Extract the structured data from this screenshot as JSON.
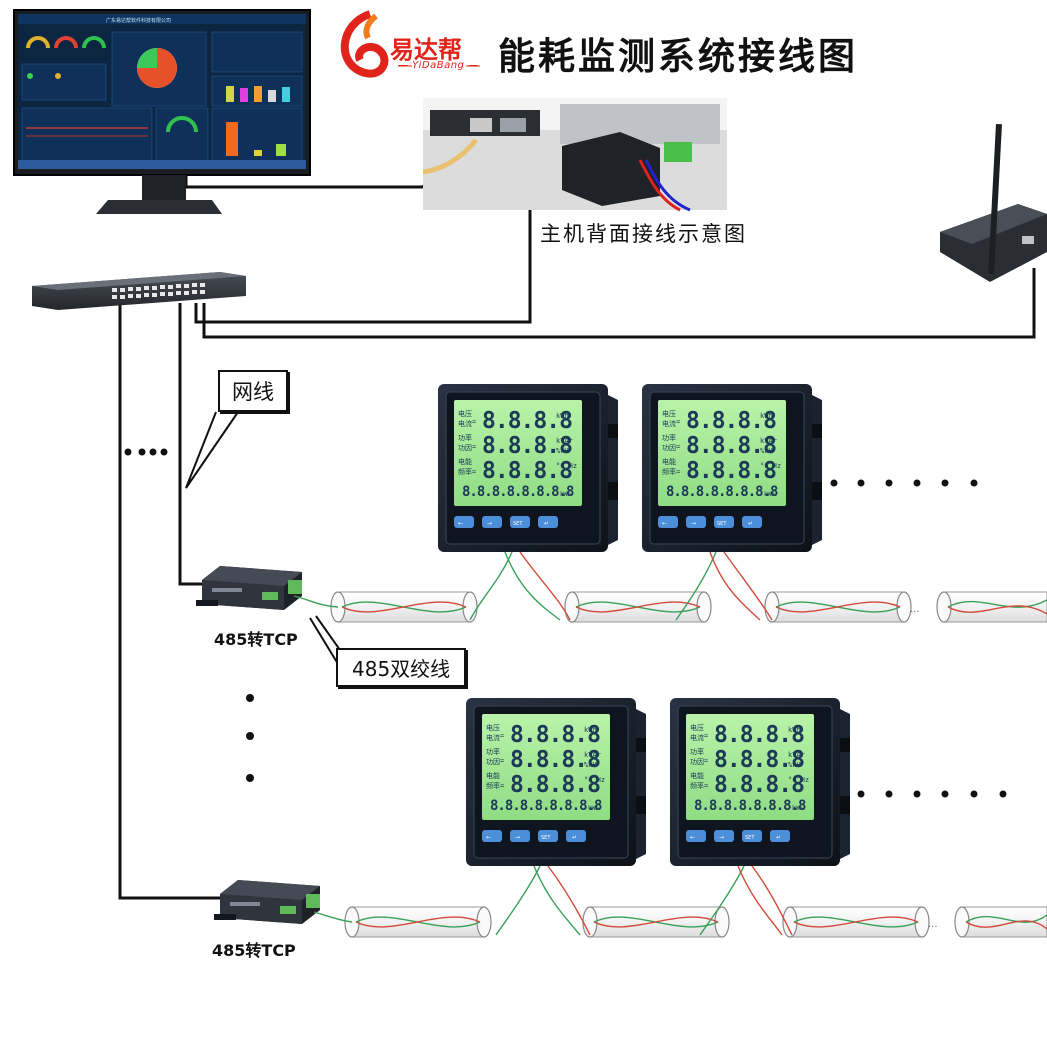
{
  "header": {
    "title": "能耗监测系统接线图",
    "brand_cn": "易达帮",
    "brand_en": "— YiDaBang —",
    "logo": "yidabang-logo"
  },
  "host_caption": "主机背面接线示意图",
  "callouts": {
    "network_cable": "网线",
    "twisted_pair": "485双绞线"
  },
  "converters": [
    {
      "label": "485转TCP"
    },
    {
      "label": "485转TCP"
    }
  ],
  "dashboard": {
    "company": "广东易达帮软件科技有限公司"
  },
  "meters": {
    "count_visible": 4,
    "readout": "8.8.8.8",
    "long_readout": "8.8.8.8.8.8.8.8",
    "units": [
      "kWh",
      "kWH",
      "kVAr",
      "°C Hz"
    ]
  },
  "colors": {
    "line": "#111111",
    "meter_screen": "#a6ea98",
    "meter_body": "#18202c",
    "brand": "#e0241b",
    "wire_red": "#d44a3a",
    "wire_green": "#3aa05a"
  }
}
